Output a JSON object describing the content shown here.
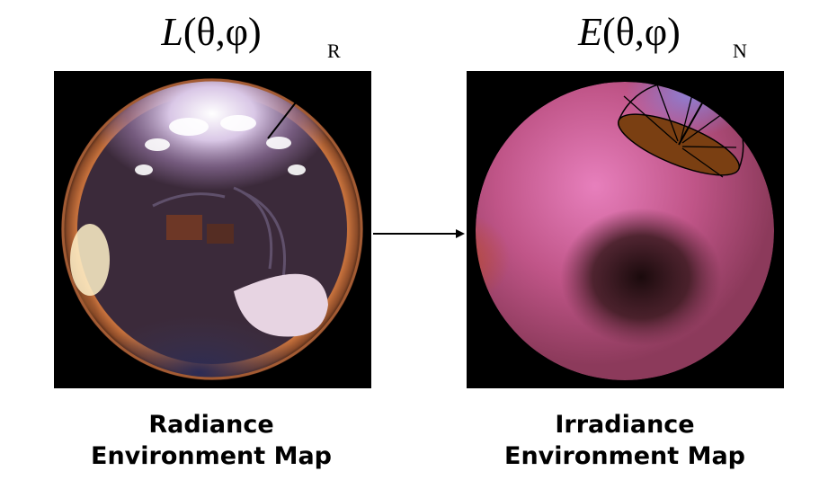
{
  "radiance": {
    "formula": {
      "func": "L",
      "args": "(θ,φ)"
    },
    "vector_label": "R",
    "caption_line1": "Radiance",
    "caption_line2": "Environment Map"
  },
  "irradiance": {
    "formula": {
      "func": "E",
      "args": "(θ,φ)"
    },
    "vector_label": "N",
    "caption_line1": "Irradiance",
    "caption_line2": "Environment Map"
  },
  "colors": {
    "background": "#000000",
    "ink": "#000000",
    "hemisphere_fill": "#7a3f12"
  }
}
